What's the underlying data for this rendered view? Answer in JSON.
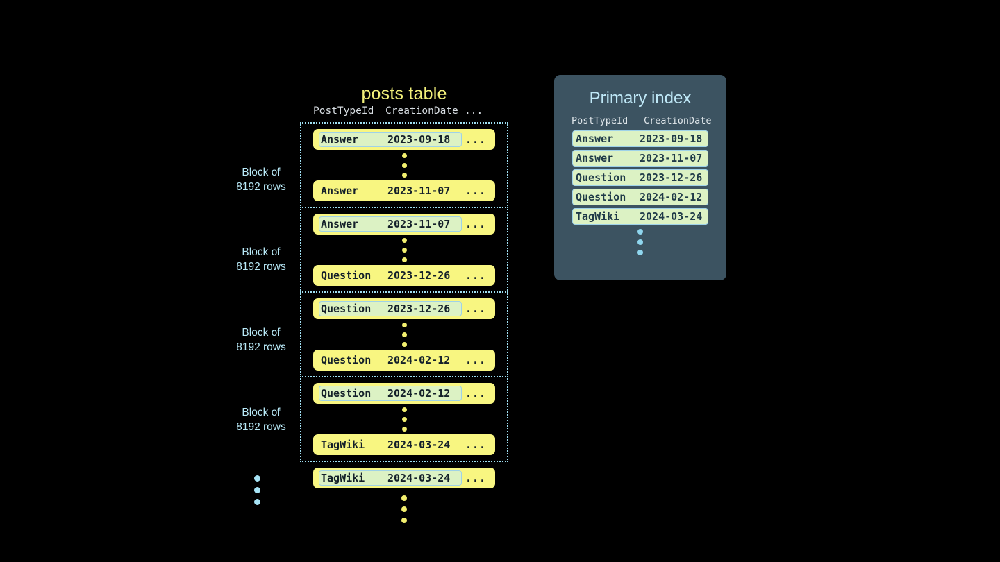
{
  "posts_table": {
    "title": "posts table",
    "columns": [
      "PostTypeId",
      "CreationDate",
      "..."
    ],
    "trailing_ellipsis": "...",
    "blocks": [
      {
        "label_line1": "Block of",
        "label_line2": "8192 rows",
        "first_row": {
          "post_type": "Answer",
          "creation_date": "2023-09-18",
          "highlighted": true
        },
        "last_row": {
          "post_type": "Answer",
          "creation_date": "2023-11-07",
          "highlighted": false
        }
      },
      {
        "label_line1": "Block of",
        "label_line2": "8192 rows",
        "first_row": {
          "post_type": "Answer",
          "creation_date": "2023-11-07",
          "highlighted": true
        },
        "last_row": {
          "post_type": "Question",
          "creation_date": "2023-12-26",
          "highlighted": false
        }
      },
      {
        "label_line1": "Block of",
        "label_line2": "8192 rows",
        "first_row": {
          "post_type": "Question",
          "creation_date": "2023-12-26",
          "highlighted": true
        },
        "last_row": {
          "post_type": "Question",
          "creation_date": "2024-02-12",
          "highlighted": false
        }
      },
      {
        "label_line1": "Block of",
        "label_line2": "8192 rows",
        "first_row": {
          "post_type": "Question",
          "creation_date": "2024-02-12",
          "highlighted": true
        },
        "last_row": {
          "post_type": "TagWiki",
          "creation_date": "2024-03-24",
          "highlighted": false
        }
      }
    ],
    "tail_row": {
      "post_type": "TagWiki",
      "creation_date": "2024-03-24",
      "highlighted": true
    }
  },
  "primary_index": {
    "title": "Primary index",
    "columns": [
      "PostTypeId",
      "CreationDate"
    ],
    "rows": [
      {
        "post_type": "Answer",
        "creation_date": "2023-09-18"
      },
      {
        "post_type": "Answer",
        "creation_date": "2023-11-07"
      },
      {
        "post_type": "Question",
        "creation_date": "2023-12-26"
      },
      {
        "post_type": "Question",
        "creation_date": "2024-02-12"
      },
      {
        "post_type": "TagWiki",
        "creation_date": "2024-03-24"
      }
    ]
  },
  "colors": {
    "background": "#000000",
    "row_yellow": "#f8f681",
    "highlight_green": "#dcf2c4",
    "highlight_border": "#9fd2e8",
    "accent_blue": "#a6e3f5",
    "panel_bg": "#3c5361",
    "title_yellow": "#f2f07a"
  }
}
